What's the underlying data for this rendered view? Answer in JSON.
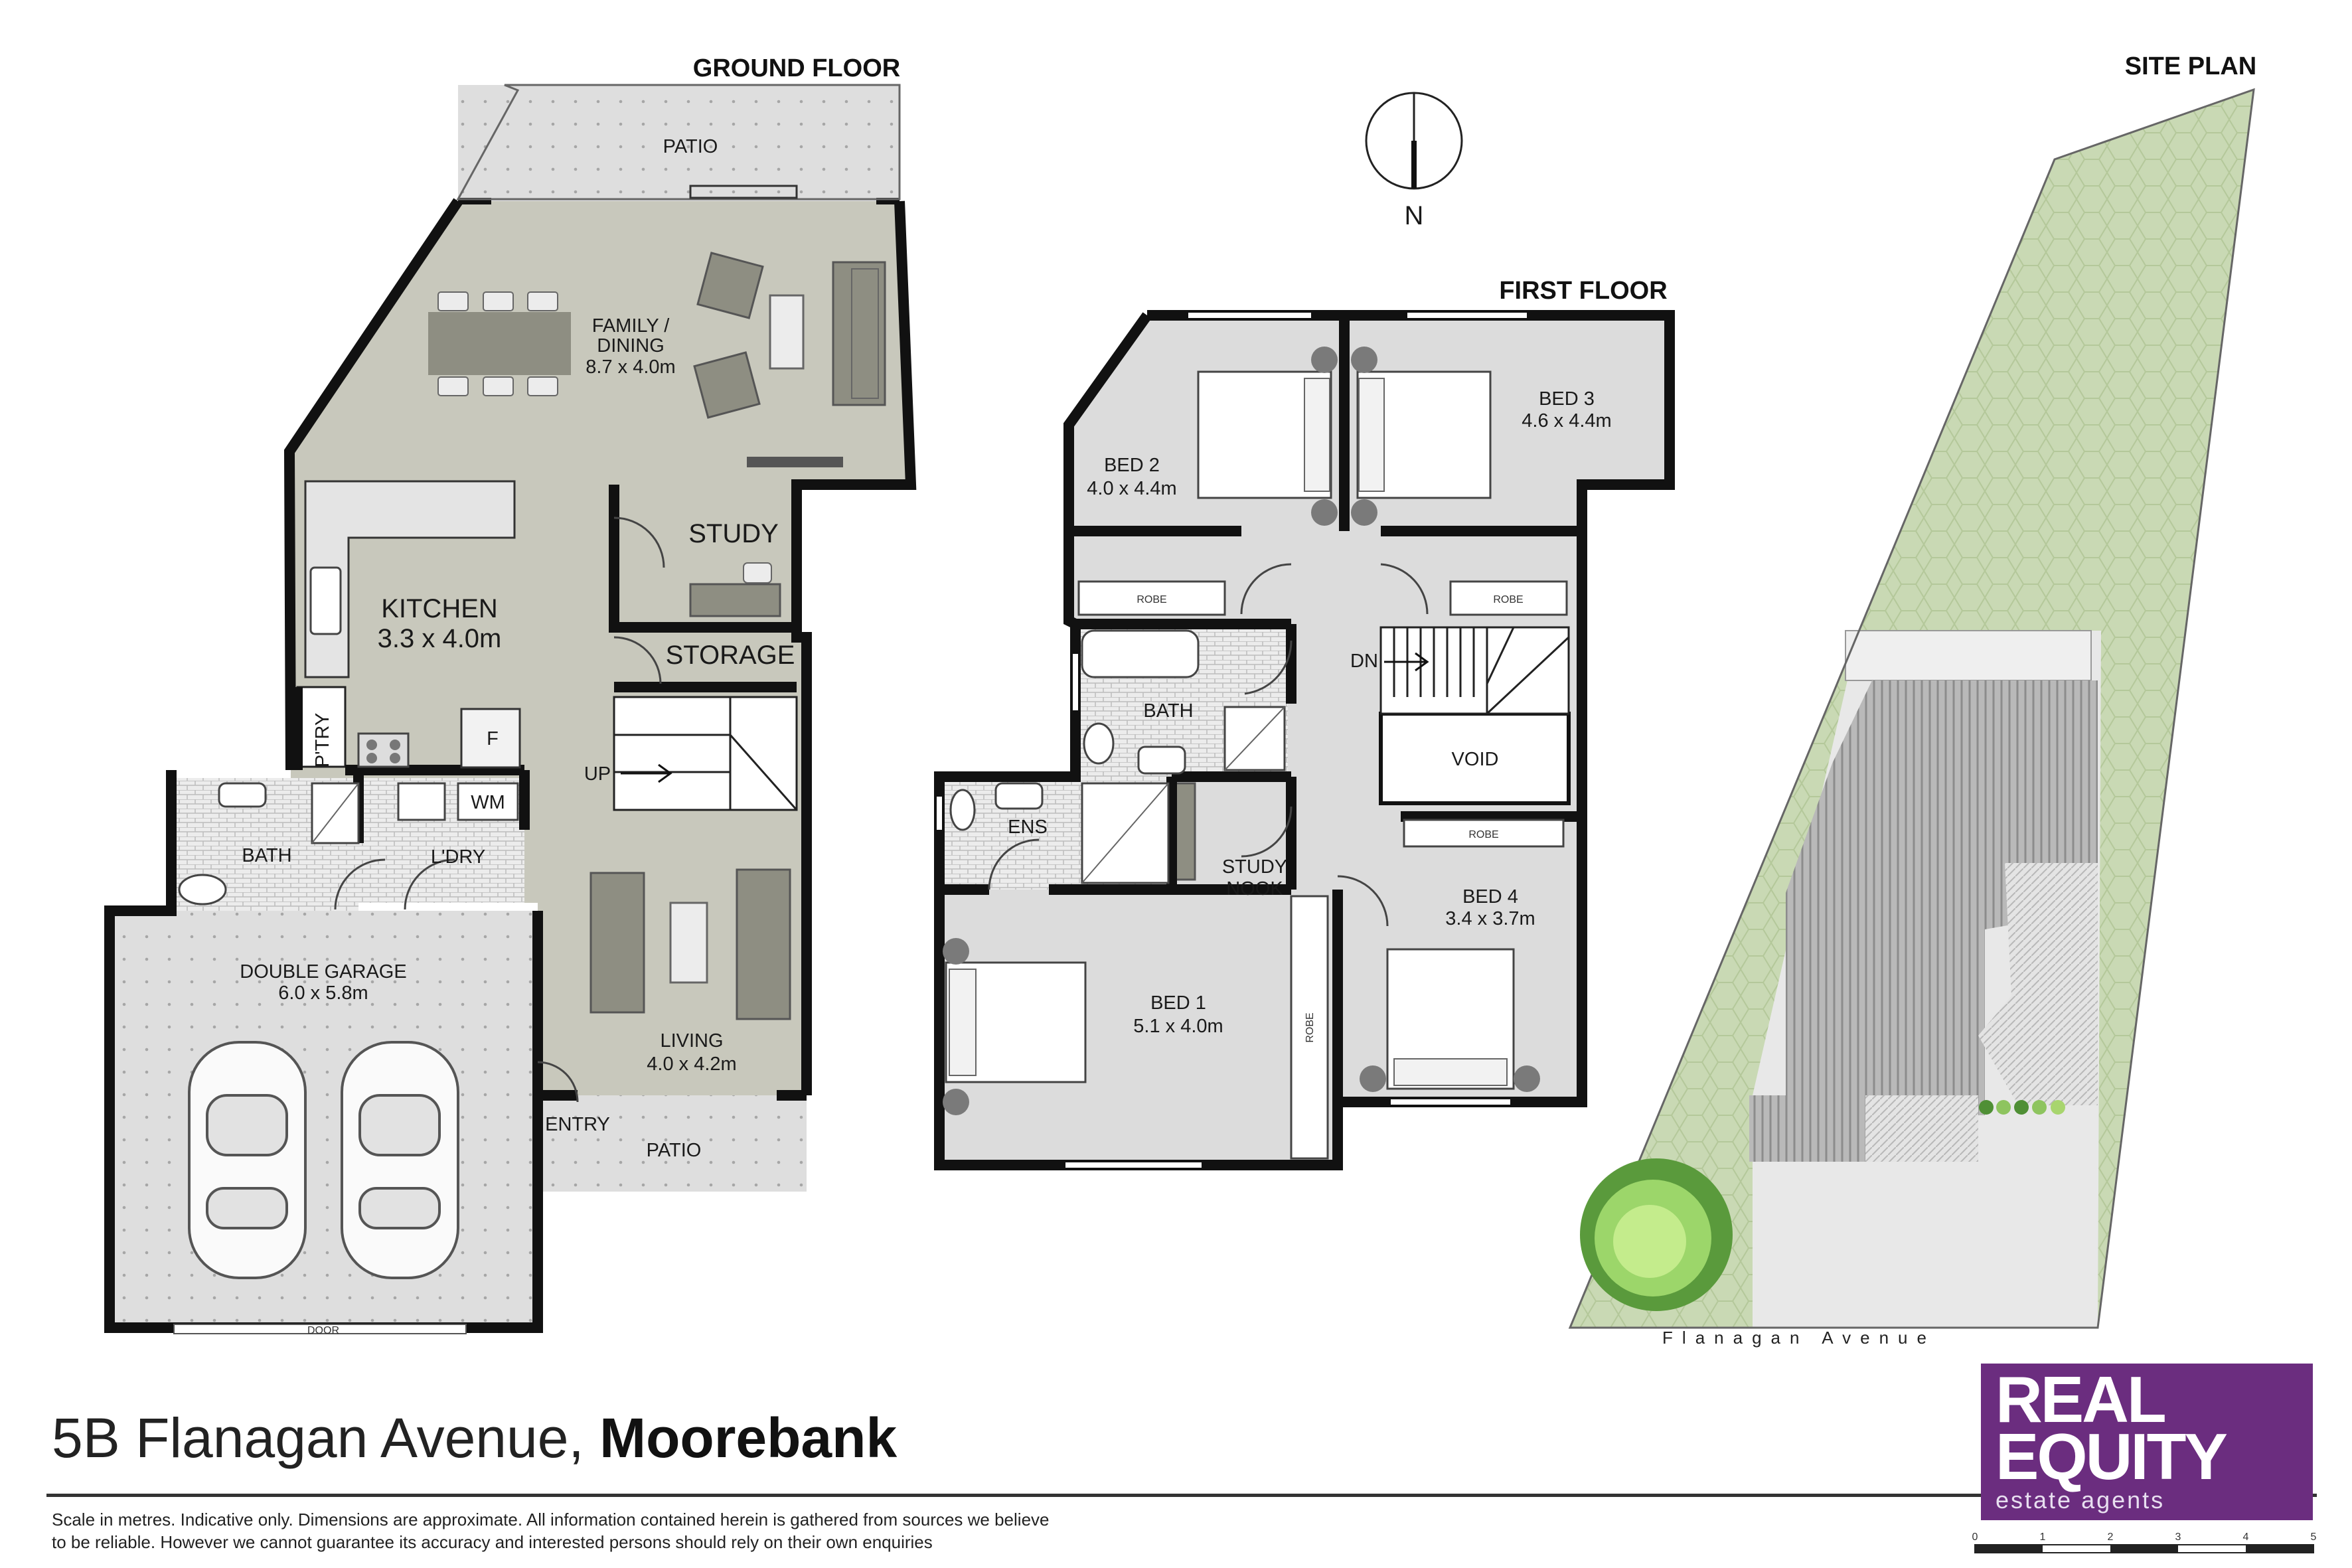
{
  "headings": {
    "ground_floor": "GROUND FLOOR",
    "first_floor": "FIRST FLOOR",
    "site_plan": "SITE PLAN",
    "north": "N"
  },
  "ground_floor": {
    "patio_rear": "PATIO",
    "family_dining": {
      "name_line1": "FAMILY /",
      "name_line2": "DINING",
      "size": "8.7 x 4.0m"
    },
    "kitchen": {
      "name": "KITCHEN",
      "size": "3.3 x 4.0m"
    },
    "study": "STUDY",
    "storage": "STORAGE",
    "pantry": "P'TRY",
    "fridge": "F",
    "washing_machine": "WM",
    "laundry": "L'DRY",
    "bath": "BATH",
    "stairs_up": "UP",
    "garage": {
      "name": "DOUBLE GARAGE",
      "size": "6.0 x 5.8m"
    },
    "garage_door": "DOOR",
    "living": {
      "name": "LIVING",
      "size": "4.0 x 4.2m"
    },
    "entry": "ENTRY",
    "patio_front": "PATIO"
  },
  "first_floor": {
    "bed2": {
      "name": "BED 2",
      "size": "4.0 x 4.4m"
    },
    "bed3": {
      "name": "BED 3",
      "size": "4.6 x 4.4m"
    },
    "robe": "ROBE",
    "stairs_down": "DN",
    "bath": "BATH",
    "void": "VOID",
    "ensuite": "ENS",
    "study_nook_line1": "STUDY",
    "study_nook_line2": "NOOK",
    "bed4": {
      "name": "BED 4",
      "size": "3.4 x 3.7m"
    },
    "bed1": {
      "name": "BED 1",
      "size": "5.1 x 4.0m"
    }
  },
  "site_plan": {
    "street": "Flanagan Avenue"
  },
  "address": {
    "street": "5B Flanagan Avenue,",
    "suburb": "Moorebank"
  },
  "disclaimer": "Scale in metres. Indicative only. Dimensions are approximate. All information contained herein is gathered from sources we believe to be reliable. However we cannot guarantee its accuracy and interested persons should rely on their own enquiries",
  "scale_labels": [
    "0",
    "1",
    "2",
    "3",
    "4",
    "5"
  ],
  "logo": {
    "line1": "REAL",
    "line2": "EQUITY",
    "line3": "estate agents"
  },
  "colors": {
    "room_fill": "#c8c8bc",
    "upper_fill": "#dcdcdc",
    "outdoor_fill": "#dcdcdc",
    "wall": "#111111",
    "lawn": "#c7d8b2",
    "brand": "#6b2d7f"
  }
}
